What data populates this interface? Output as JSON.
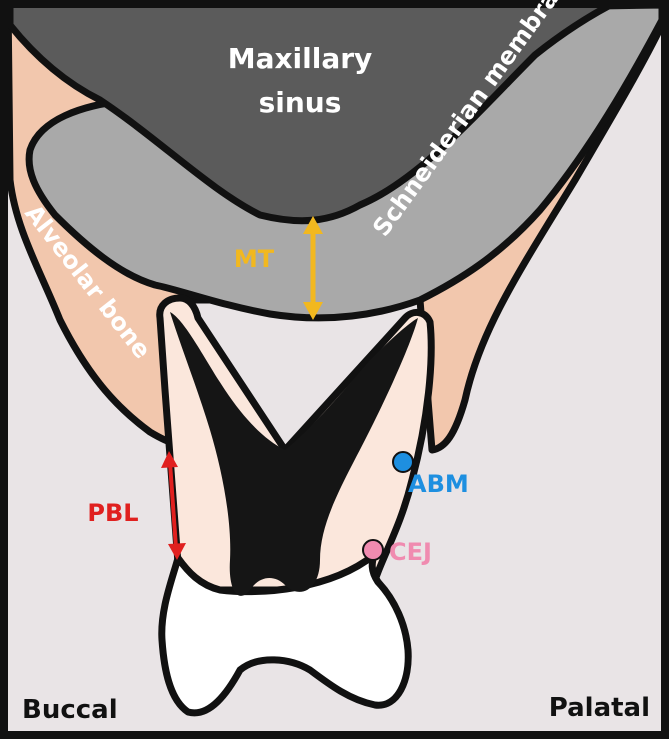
{
  "labels": {
    "sinus_line1": "Maxillary",
    "sinus_line2": "sinus",
    "membrane": "Schneiderian membrane",
    "bone": "Alveolar bone",
    "mt": "MT",
    "pbl": "PBL",
    "abm": "ABM",
    "cej": "CEJ",
    "buccal": "Buccal",
    "palatal": "Palatal"
  },
  "colors": {
    "background": "#e9e4e6",
    "sinus": "#5b5b5b",
    "membrane": "#a9a9a9",
    "bone": "#f2c7ad",
    "dentin": "#fbe7dc",
    "crown": "#ffffff",
    "pulp": "#151515",
    "outline": "#111111",
    "mt_arrow": "#f2b81f",
    "pbl_arrow": "#e0201f",
    "abm_marker": "#1e8fe0",
    "cej_marker": "#f08bb0",
    "light_text": "#ffffff"
  }
}
